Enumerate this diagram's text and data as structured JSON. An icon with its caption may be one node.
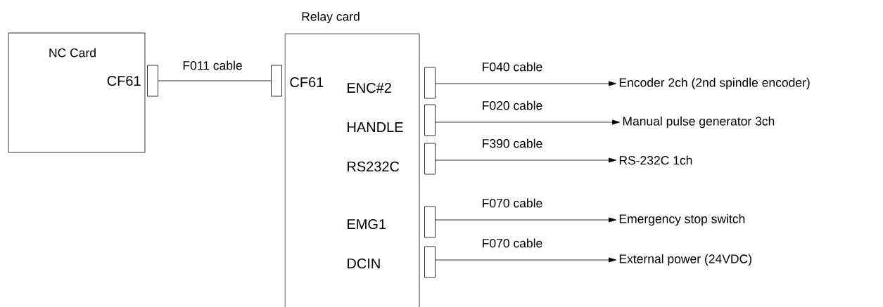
{
  "diagram": {
    "nodes": [
      {
        "text": [
          "NC Card",
          "CF61"
        ]
      },
      {
        "text": [
          "Relay card",
          "CF61",
          "ENC#2",
          "HANDLE",
          "RS232C",
          "EMG1",
          "DCIN"
        ]
      },
      {
        "text": [],
        "shape": "box"
      },
      {
        "text": [],
        "shape": "box"
      },
      {
        "text": [],
        "shape": "box"
      },
      {
        "text": [],
        "shape": "box"
      },
      {
        "text": [],
        "shape": "box"
      },
      {
        "text": [],
        "shape": "box"
      },
      {
        "text": [],
        "shape": "box"
      },
      {
        "text": [
          "Encoder 2ch (2nd spindle encoder)"
        ]
      },
      {
        "text": [
          "Manual pulse generator 3ch"
        ]
      },
      {
        "text": [
          "RS-232C  1ch"
        ]
      },
      {
        "text": [
          "Emergency stop switch"
        ]
      },
      {
        "text": [
          "External power (24VDC)"
        ]
      }
    ],
    "edges": [
      {
        "from": 2,
        "to": 3,
        "arrow": "none",
        "label": "F011 cable"
      },
      {
        "from": 4,
        "to": 9,
        "arrow": "to",
        "label": "F040 cable"
      },
      {
        "from": 5,
        "to": 10,
        "arrow": "to",
        "label": "F020 cable"
      },
      {
        "from": 6,
        "to": 11,
        "arrow": "to",
        "label": "F390 cable"
      },
      {
        "from": 7,
        "to": 12,
        "arrow": "to",
        "label": "F070 cable"
      },
      {
        "from": 8,
        "to": 13,
        "arrow": "to",
        "label": "F070 cable"
      }
    ]
  }
}
